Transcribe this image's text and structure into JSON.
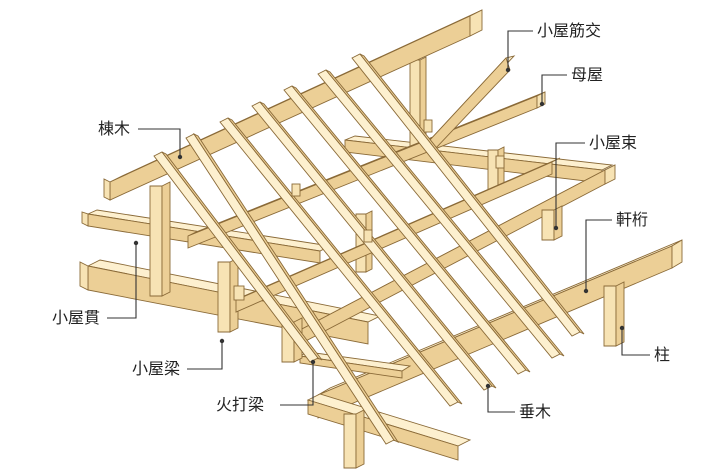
{
  "labels": {
    "kōyasujikai": "小屋筋交",
    "moya": "母屋",
    "munagi": "棟木",
    "koyazuka": "小屋束",
    "nokigeta": "軒桁",
    "koyanuki": "小屋貫",
    "koyabari": "小屋梁",
    "hashira": "柱",
    "hiuchibari": "火打梁",
    "taruki": "垂木"
  },
  "colors": {
    "wood_light": "#fdf0cf",
    "wood_mid": "#eccf96",
    "outline": "#8a6a38",
    "leader": "#333333"
  }
}
